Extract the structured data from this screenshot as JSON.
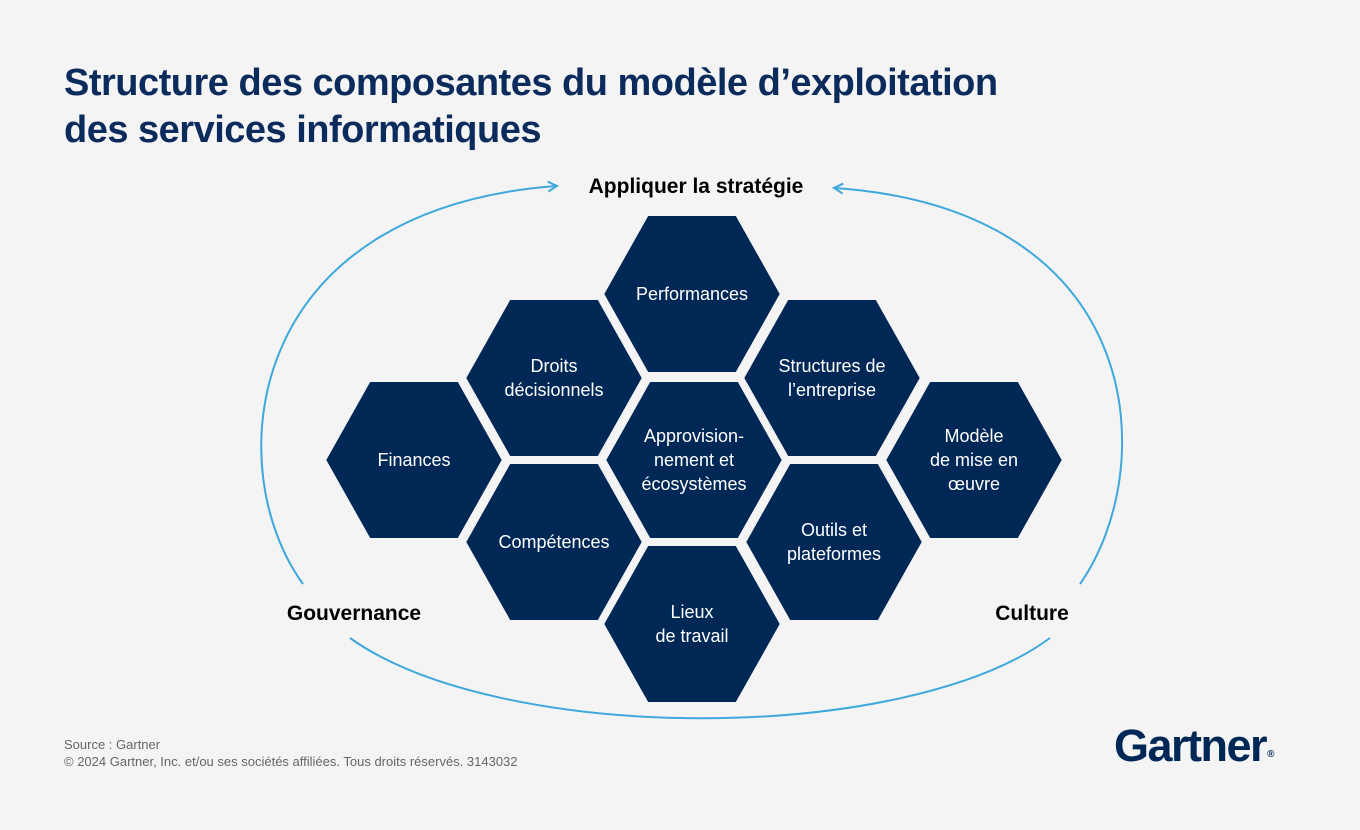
{
  "title": {
    "line1": "Structure des composantes du modèle d’exploitation",
    "line2": "des services informatiques"
  },
  "cycle": {
    "top": "Appliquer la stratégie",
    "left": "Gouvernance",
    "right": "Culture"
  },
  "hexagons": [
    {
      "name": "hex-performances",
      "lines": [
        "Performances"
      ]
    },
    {
      "name": "hex-droits-decisionnels",
      "lines": [
        "Droits",
        "décisionnels"
      ]
    },
    {
      "name": "hex-structures-entreprise",
      "lines": [
        "Structures de",
        "l’entreprise"
      ]
    },
    {
      "name": "hex-finances",
      "lines": [
        "Finances"
      ]
    },
    {
      "name": "hex-approvisionnement",
      "lines": [
        "Approvision-",
        "nement et",
        "écosystèmes"
      ]
    },
    {
      "name": "hex-modele-mise-en-oeuvre",
      "lines": [
        "Modèle",
        "de mise en",
        "œuvre"
      ]
    },
    {
      "name": "hex-competences",
      "lines": [
        "Compétences"
      ]
    },
    {
      "name": "hex-outils-plateformes",
      "lines": [
        "Outils et",
        "plateformes"
      ]
    },
    {
      "name": "hex-lieux-travail",
      "lines": [
        "Lieux",
        "de travail"
      ]
    }
  ],
  "colors": {
    "hexagon": "#002856",
    "cycle_arrow": "#3ea8dc",
    "title": "#0a2b5c"
  },
  "footer": {
    "source": "Source : Gartner",
    "copyright": "© 2024 Gartner, Inc. et/ou ses sociétés affiliées. Tous droits réservés. 3143032"
  },
  "logo": {
    "text": "Gartner",
    "mark": "®"
  }
}
